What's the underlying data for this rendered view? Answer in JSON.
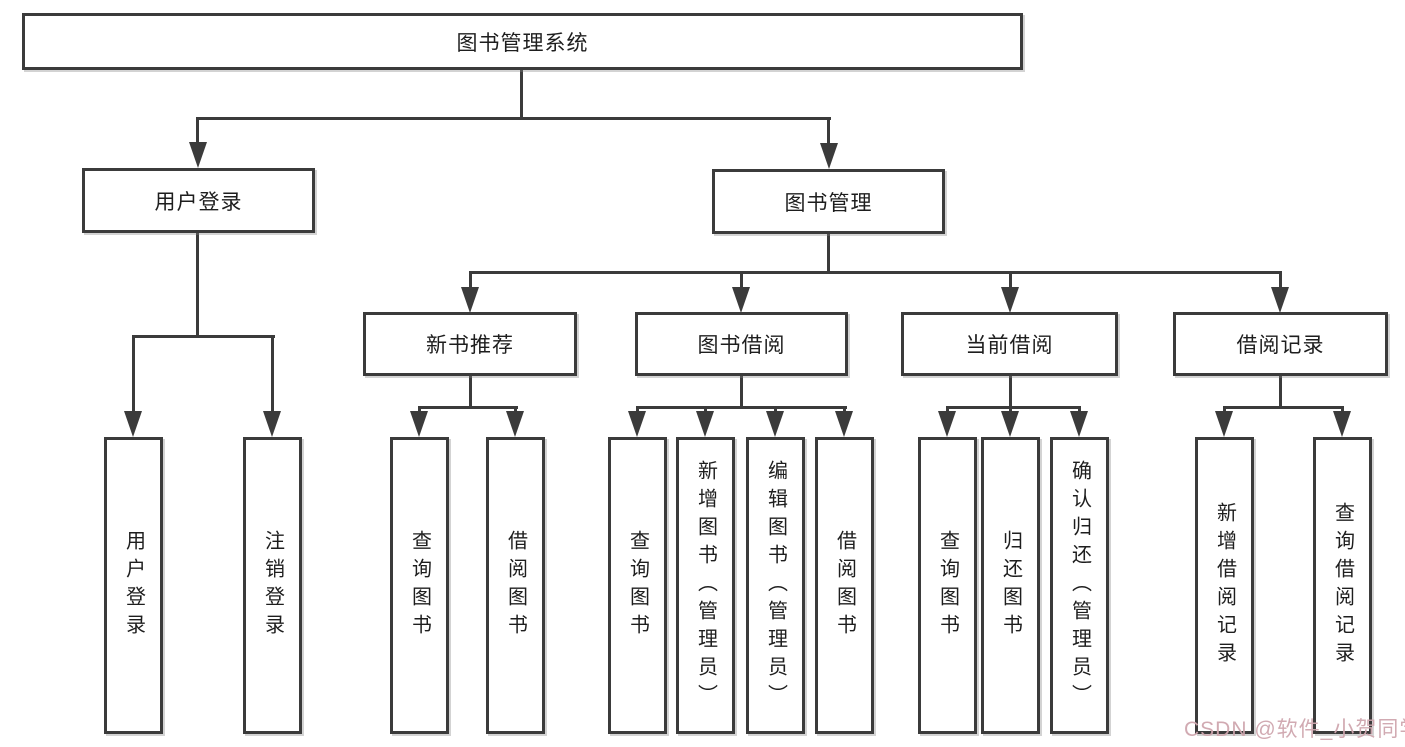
{
  "tree": {
    "root": "图书管理系统",
    "branches": [
      {
        "label": "用户登录",
        "children": [
          "用户登录",
          "注销登录"
        ]
      },
      {
        "label": "图书管理",
        "groups": [
          {
            "label": "新书推荐",
            "children": [
              "查询图书",
              "借阅图书"
            ]
          },
          {
            "label": "图书借阅",
            "children": [
              "查询图书",
              "新增图书（管理员）",
              "编辑图书（管理员）",
              "借阅图书"
            ]
          },
          {
            "label": "当前借阅",
            "children": [
              "查询图书",
              "归还图书",
              "确认归还（管理员）"
            ]
          },
          {
            "label": "借阅记录",
            "children": [
              "新增借阅记录",
              "查询借阅记录"
            ]
          }
        ]
      }
    ]
  },
  "style": {
    "line_color": "#3b3b3b",
    "text_color": "#1e1e1e",
    "watermark_color": "#cfa6ae"
  },
  "watermark": {
    "text": "CSDN @软件_小贺同学"
  }
}
